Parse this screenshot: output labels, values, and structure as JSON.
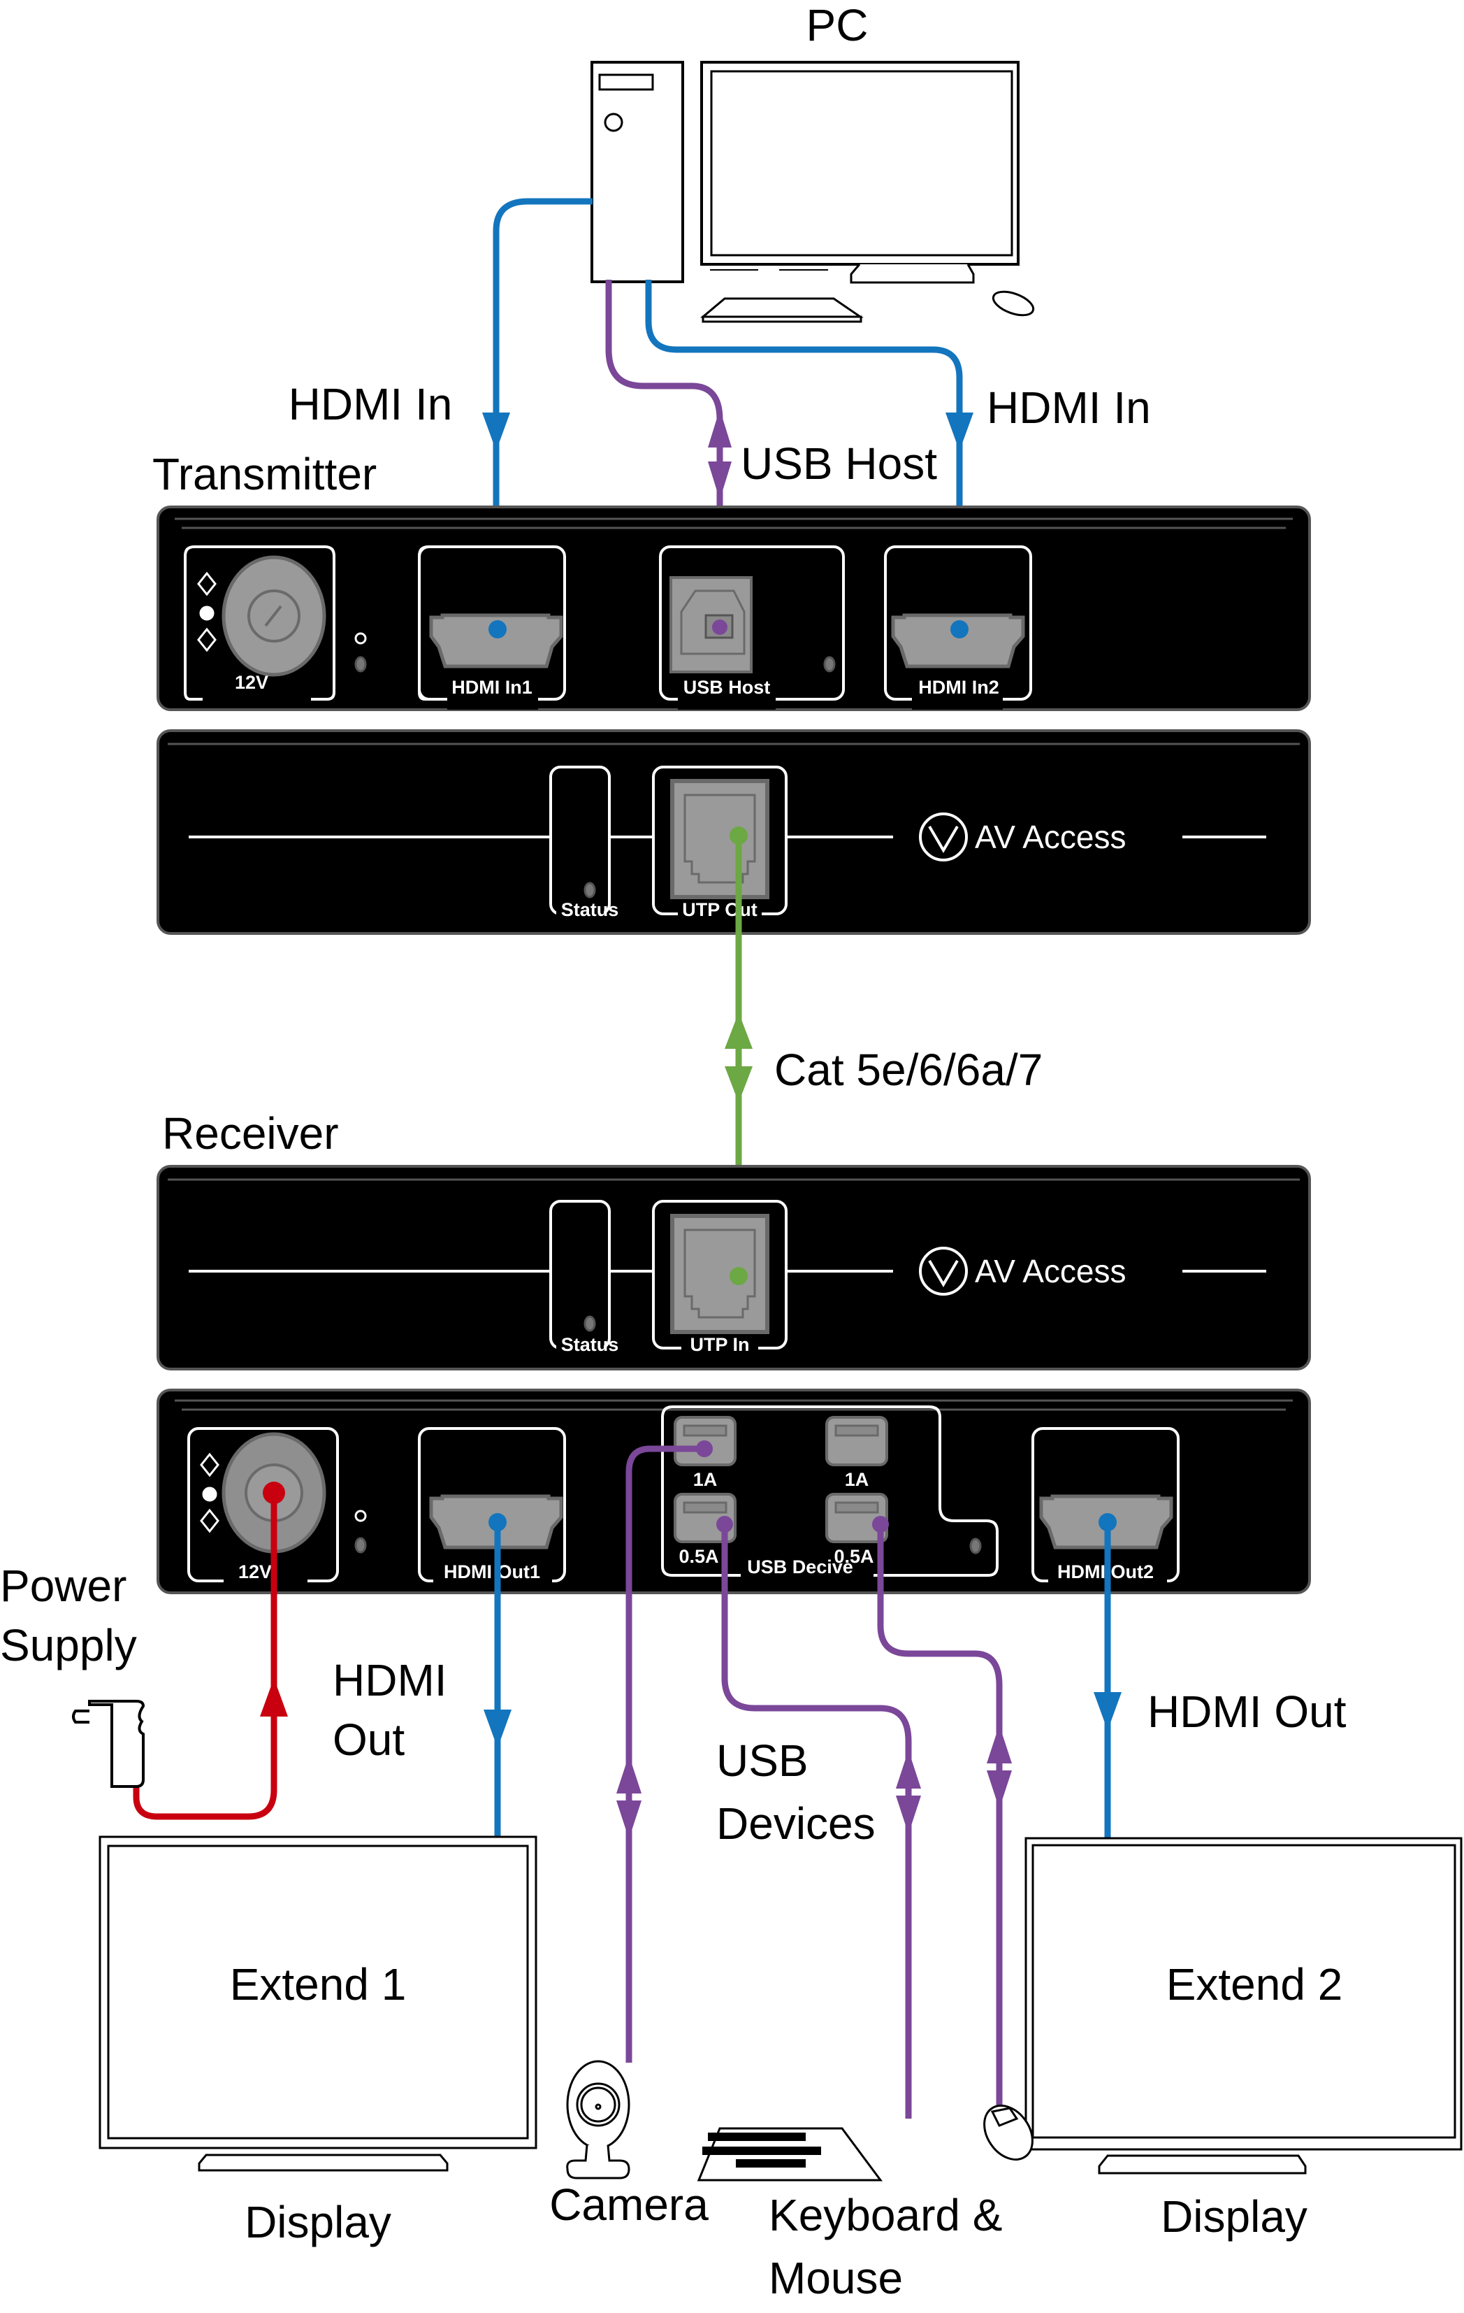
{
  "title": "AV Access KVM Extender Connection Diagram",
  "colors": {
    "hdmi": "#1375be",
    "usb": "#7b4799",
    "utp": "#6ca844",
    "power": "#c8000f",
    "panel": "#000000",
    "port": "#9a9a9a"
  },
  "labels": {
    "pc": "PC",
    "hdmi_in_left": "HDMI In",
    "hdmi_in_right": "HDMI In",
    "usb_host_cable": "USB Host",
    "transmitter": "Transmitter",
    "receiver": "Receiver",
    "cable_type": "Cat 5e/6/6a/7",
    "power_supply_line1": "Power",
    "power_supply_line2": "Supply",
    "hdmi_out_left_line1": "HDMI",
    "hdmi_out_left_line2": "Out",
    "hdmi_out_right": "HDMI Out",
    "usb_devices_line1": "USB",
    "usb_devices_line2": "Devices",
    "extend1": "Extend 1",
    "extend2": "Extend 2",
    "display_left": "Display",
    "display_right": "Display",
    "camera": "Camera",
    "keyboard_mouse_line1": "Keyboard &",
    "keyboard_mouse_line2": "Mouse"
  },
  "transmitter": {
    "rear_ports": {
      "power": "12V",
      "hdmi_in1": "HDMI In1",
      "usb_host": "USB Host",
      "hdmi_in2": "HDMI In2"
    },
    "front": {
      "status": "Status",
      "utp_out": "UTP Out",
      "brand": "AV Access"
    }
  },
  "receiver": {
    "front": {
      "status": "Status",
      "utp_in": "UTP In",
      "brand": "AV Access"
    },
    "rear_ports": {
      "power": "12V",
      "hdmi_out1": "HDMI Out1",
      "usb_group": "USB Decive",
      "usb_ports": [
        "1A",
        "1A",
        "0.5A",
        "0.5A"
      ],
      "hdmi_out2": "HDMI Out2"
    }
  }
}
